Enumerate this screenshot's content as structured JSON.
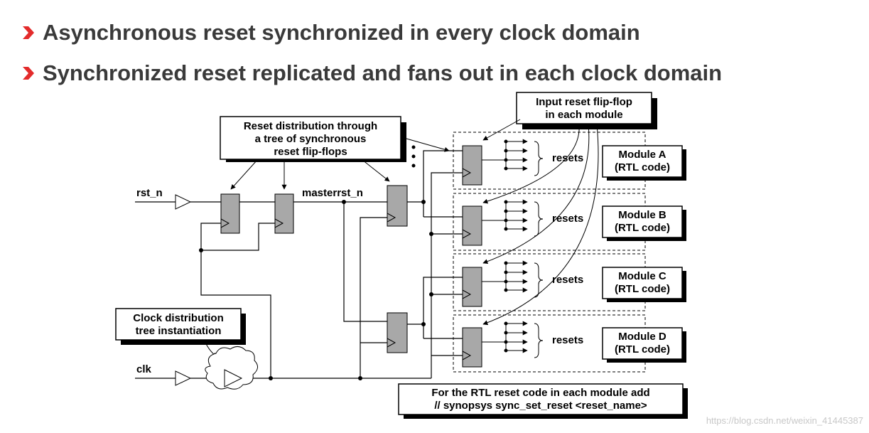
{
  "bullets": [
    "Asynchronous reset synchronized in every clock domain",
    "Synchronized reset replicated and fans out in each clock domain"
  ],
  "diagram": {
    "callout_tree": [
      "Reset distribution through",
      "a tree of synchronous",
      "reset flip-flops"
    ],
    "callout_input": [
      "Input reset flip-flop",
      "in each module"
    ],
    "callout_clock": [
      "Clock distribution",
      "tree instantiation"
    ],
    "callout_rtl": [
      "For the RTL reset code in each module add",
      "// synopsys sync_set_reset <reset_name>"
    ],
    "label_rst": "rst_n",
    "label_clk": "clk",
    "label_master": "masterrst_n",
    "resets_label": "resets",
    "modules": [
      {
        "name": "Module A",
        "code": "(RTL code)"
      },
      {
        "name": "Module B",
        "code": "(RTL code)"
      },
      {
        "name": "Module C",
        "code": "(RTL code)"
      },
      {
        "name": "Module D",
        "code": "(RTL code)"
      }
    ]
  },
  "watermark": "https://blog.csdn.net/weixin_41445387",
  "colors": {
    "accent": "#e32b2b",
    "text": "#3a3a3a",
    "ff_fill": "#a8a8a8"
  }
}
